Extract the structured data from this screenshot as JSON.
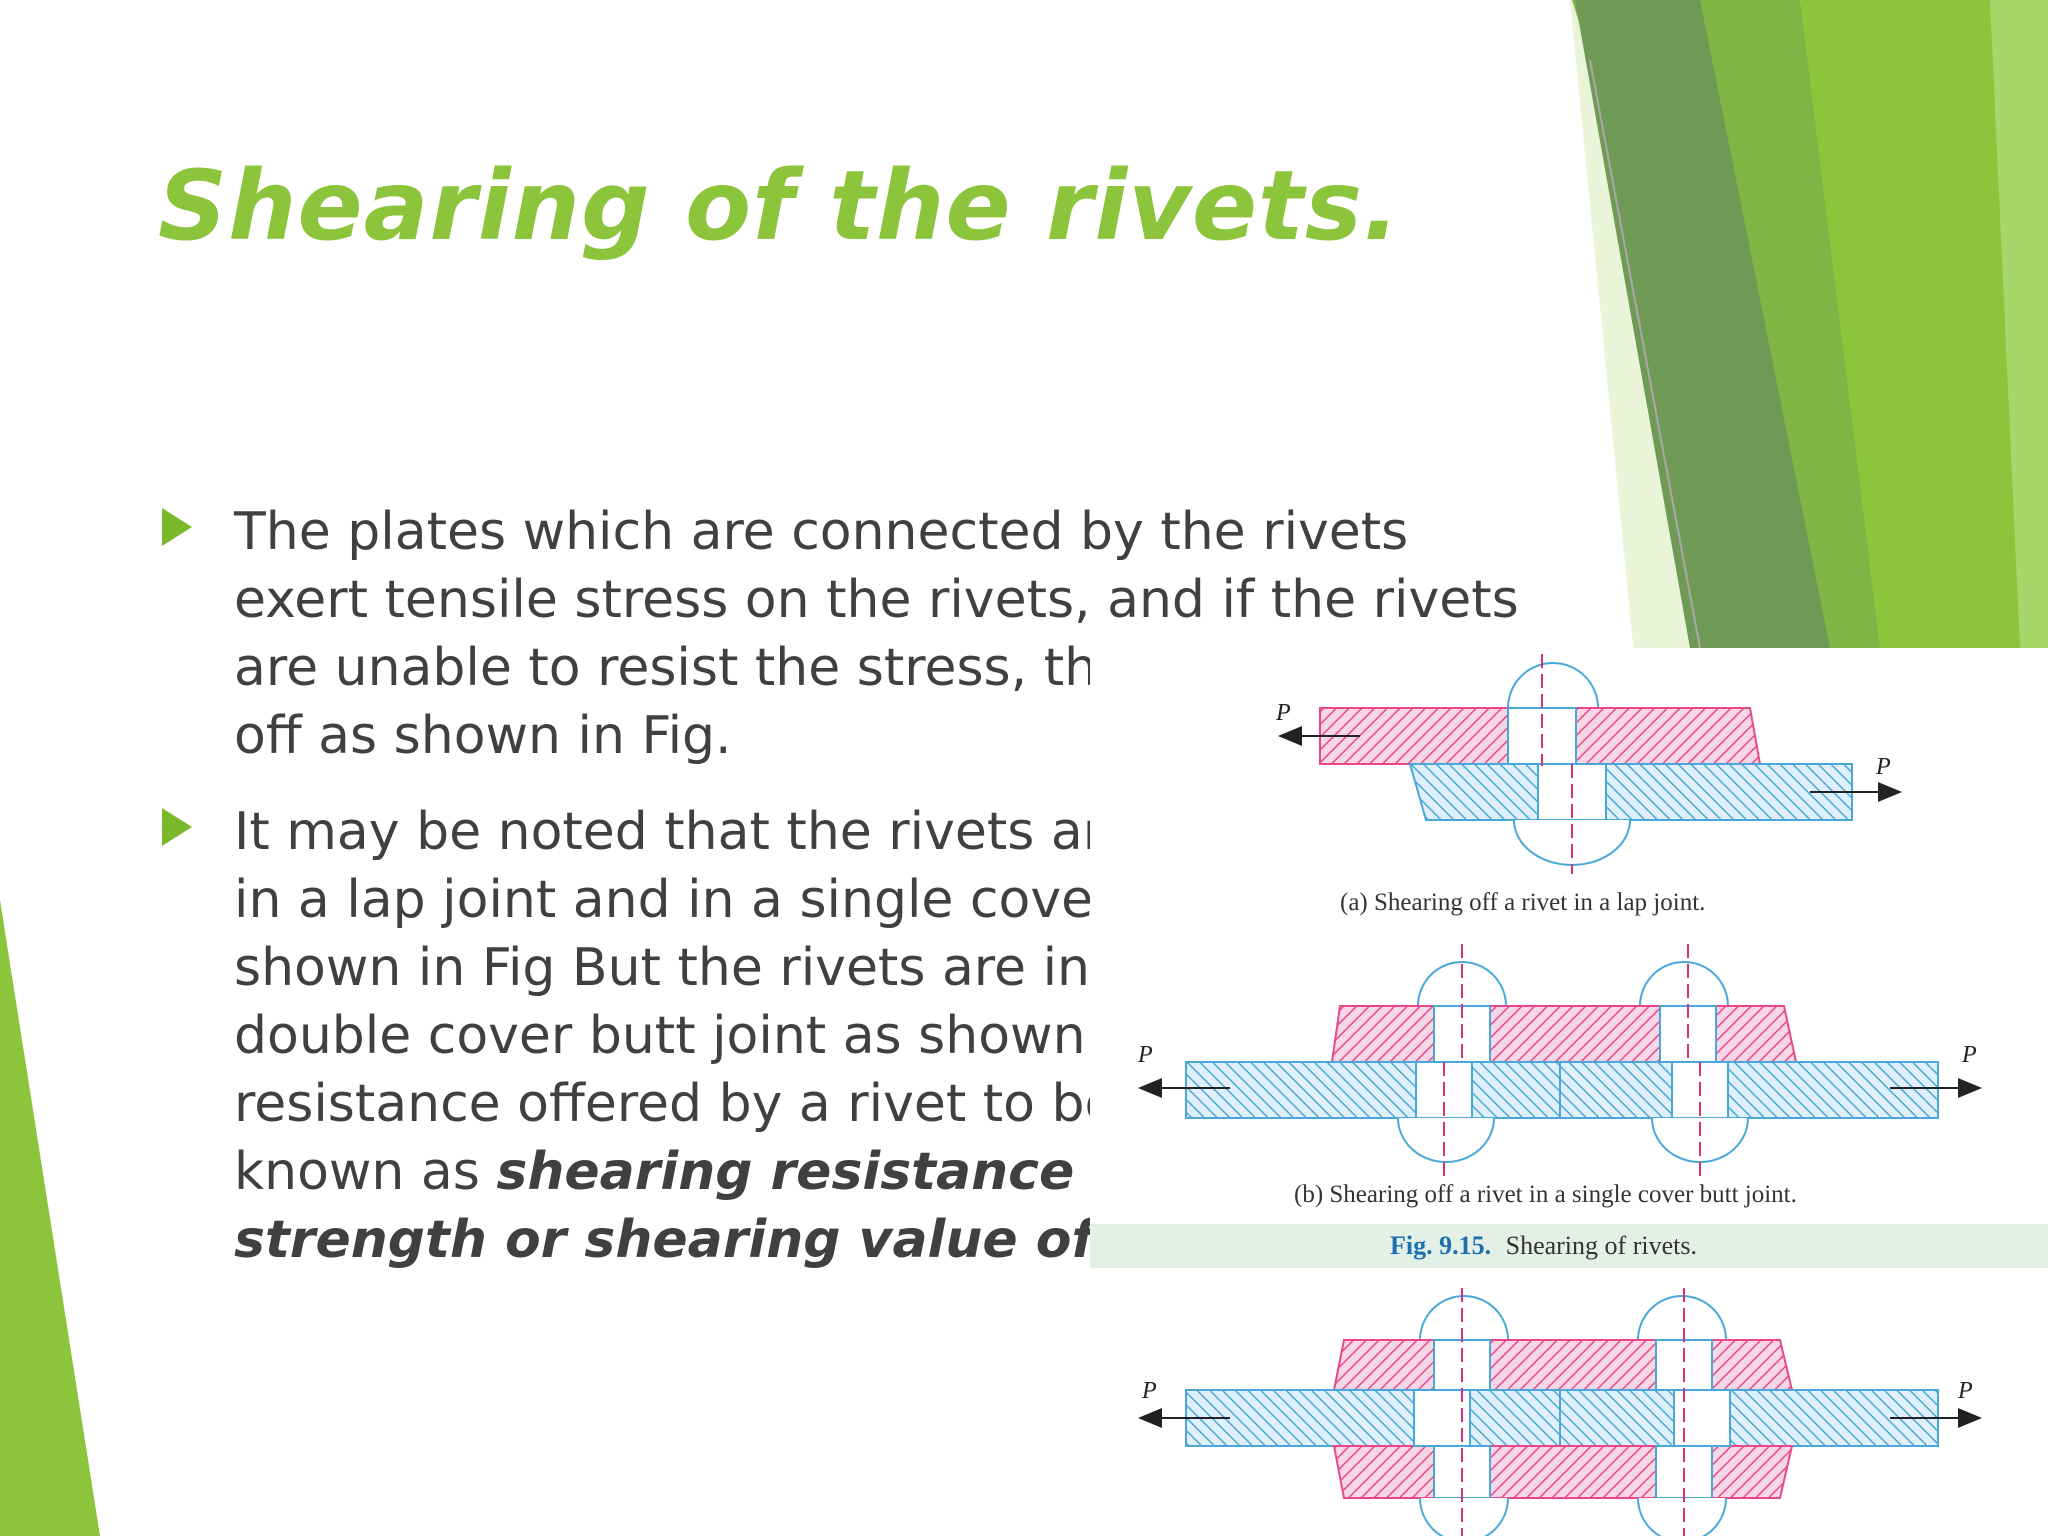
{
  "slide": {
    "title": "Shearing of the rivets.",
    "accent_colors": [
      "#8cc43c",
      "#7ab82c",
      "#6a9a4c",
      "#a9d66a"
    ],
    "bullets": [
      {
        "lines": [
          "The plates which are connected by the rivets",
          "exert tensile stress on the rivets, and if the rivets",
          "are unable to resist the stress, th",
          "off as shown in Fig."
        ]
      },
      {
        "lines": [
          "It may be noted that the rivets ar",
          "in a lap joint and in a single cover",
          "shown in Fig But the rivets are in",
          "double cover butt joint as shown",
          "resistance offered by a rivet to be"
        ],
        "mixed_line": {
          "plain": "known as ",
          "emphasis": "shearing resistance or"
        },
        "emphasis_line": "strength or shearing value of th"
      }
    ]
  },
  "figure": {
    "force_label": "P",
    "caption_a": "(a) Shearing off a rivet in a lap joint.",
    "caption_b": "(b) Shearing off a rivet in a single cover butt joint.",
    "fig_number": "Fig. 9.15.",
    "fig_title": "Shearing of rivets.",
    "colors": {
      "plate_pink": "#e8478a",
      "plate_blue": "#4aa8d8",
      "centerline": "#d6337a",
      "caption_band": "#e3f0e6",
      "fig_number": "#1e6fb0"
    }
  }
}
